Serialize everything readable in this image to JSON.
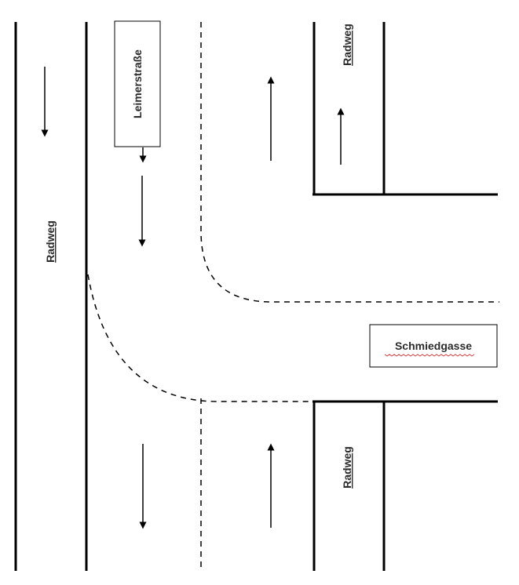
{
  "diagram": {
    "labels": {
      "main_street": "Leimerstraße",
      "side_street": "Schmiedgasse",
      "bike_lane_left": "Radweg",
      "bike_lane_top_right": "Radweg",
      "bike_lane_bottom_right": "Radweg"
    },
    "colors": {
      "line": "#000000",
      "text": "#2b2b2b",
      "spellcheck": "#d83b3b"
    }
  }
}
